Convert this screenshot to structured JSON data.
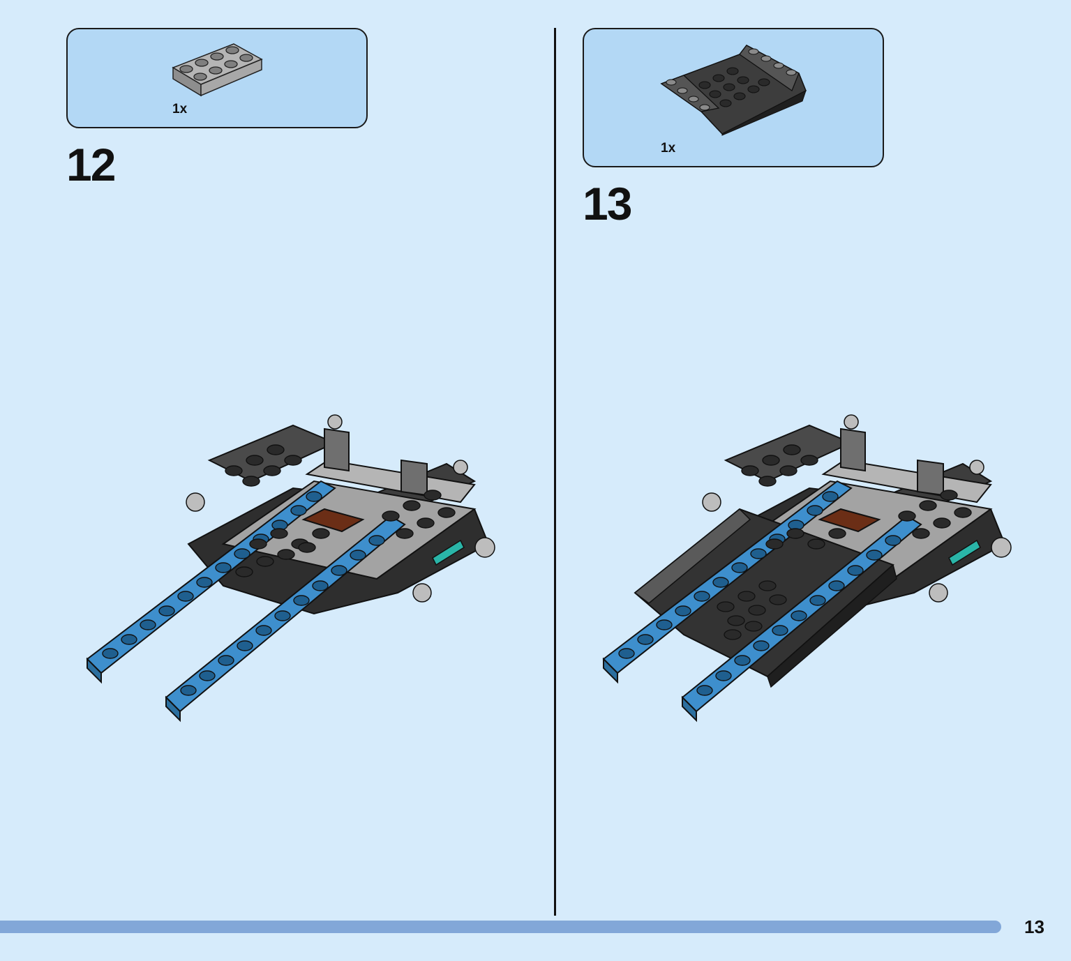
{
  "steps": [
    {
      "number": "12",
      "part": {
        "quantity": "1x",
        "color": "#9a9a9a",
        "description_icon": "plate-2x4-icon"
      }
    },
    {
      "number": "13",
      "part": {
        "quantity": "1x",
        "color": "#3a3a3a",
        "description_icon": "inverted-slope-plate-icon"
      }
    }
  ],
  "page": {
    "number": "13"
  },
  "colors": {
    "background": "#d6ebfb",
    "parts_box": "#b3d8f5",
    "progress_bar": "#82a7d8",
    "model_blue": "#3e8fcd",
    "model_dark": "#3a3a3a",
    "model_light": "#a3a3a3",
    "model_brown": "#6b2e16",
    "model_teal": "#2ab5a8"
  }
}
